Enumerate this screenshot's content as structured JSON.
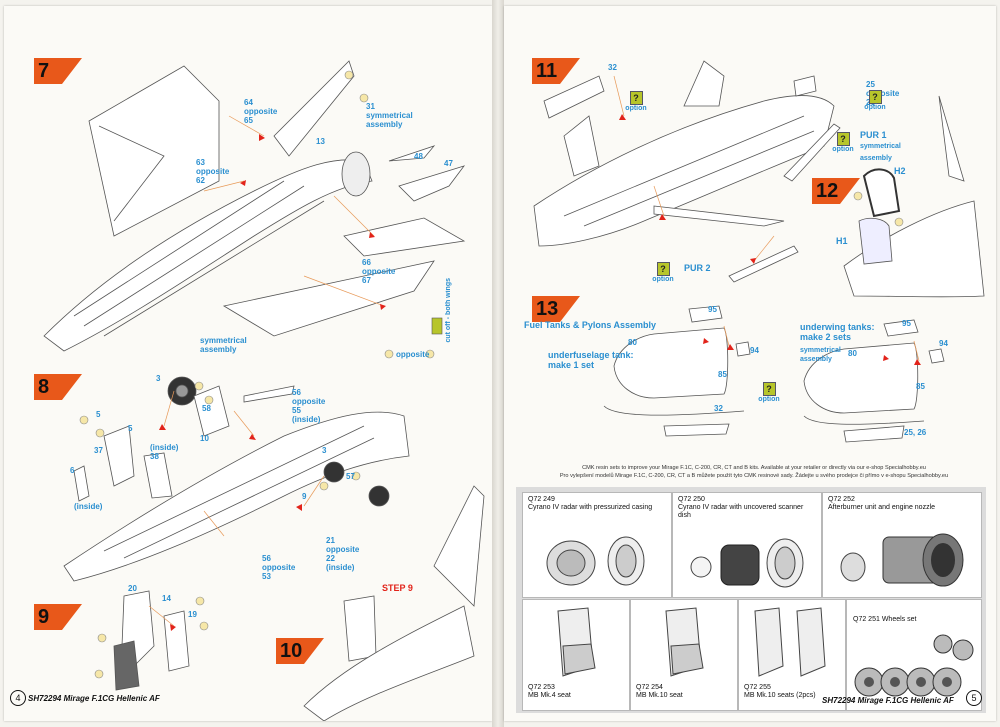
{
  "left_page": {
    "steps": {
      "s7": "7",
      "s8": "8",
      "s9": "9",
      "s10": "10",
      "step9_ref": "STEP 9"
    },
    "labels": {
      "p64": "64",
      "p64_opp": "opposite",
      "p65": "65",
      "p63": "63",
      "p63_opp": "opposite",
      "p62": "62",
      "p31": "31",
      "p31_sym1": "symmetrical",
      "p31_sym2": "assembly",
      "p13": "13",
      "p48": "48",
      "p47": "47",
      "p66": "66",
      "p66_opp": "opposite",
      "p67": "67",
      "cut_off": "cut off - both wings",
      "sym_a1": "symmetrical",
      "sym_a2": "assembly",
      "opposite_h": "opposite",
      "p56": "56",
      "p56_opp": "opposite",
      "p55": "55",
      "p55_in": "(inside)",
      "p3a": "3",
      "p58": "58",
      "p10": "10",
      "p5a": "5",
      "p5b": "5",
      "p37": "37",
      "inside_a": "(inside)",
      "p38": "38",
      "p6": "6",
      "inside_b": "(inside)",
      "p3b": "3",
      "p57": "57",
      "p9": "9",
      "p21": "21",
      "p21_opp": "opposite",
      "p22": "22",
      "p22_in": "(inside)",
      "p56b": "56",
      "p56b_opp": "opposite",
      "p53": "53",
      "p20": "20",
      "p14": "14",
      "p19": "19"
    },
    "footer": "SH72294 Mirage F.1CG Hellenic AF",
    "page_number": "4"
  },
  "right_page": {
    "steps": {
      "s11": "11",
      "s12": "12",
      "s13": "13"
    },
    "labels": {
      "p32": "32",
      "p25": "25",
      "p25_opp": "opposite",
      "p26": "26",
      "pur1": "PUR 1",
      "pur1_sym1": "symmetrical",
      "pur1_sym2": "assembly",
      "h2": "H2",
      "h1": "H1",
      "pur2": "PUR 2",
      "option": "option",
      "fuel_title": "Fuel Tanks & Pylons Assembly",
      "underfuselage1": "underfuselage tank:",
      "underfuselage2": "make 1 set",
      "underwing1": "underwing tanks:",
      "underwing2": "make 2 sets",
      "sym_b1": "symmetrical",
      "sym_b2": "assembly",
      "p95a": "95",
      "p94a": "94",
      "p80a": "80",
      "p85a": "85",
      "p32b": "32",
      "p95b": "95",
      "p94b": "94",
      "p80b": "80",
      "p85b": "85",
      "p25_26": "25, 26"
    },
    "cmk_line1": "CMK resin sets to improve your Mirage F.1C, C-200, CR, CT and B kits. Available at your retailer or directly via our e-shop Specialhobby.eu",
    "cmk_line2": "Pro vylepšení modelů Mirage F.1C, C-200, CR, CT a B můžete použít tyto CMK resinové sady. Žádejte u svého prodejce či přímo v e-shopu Specialhobby.eu",
    "products": [
      {
        "code": "Q72 249",
        "title": "Cyrano IV radar with pressurized casing"
      },
      {
        "code": "Q72 250",
        "title": "Cyrano IV radar with uncovered scanner dish"
      },
      {
        "code": "Q72 252",
        "title": "Afterburner unit and engine nozzle"
      },
      {
        "code": "Q72 253",
        "title": "MB Mk.4 seat"
      },
      {
        "code": "Q72 254",
        "title": "MB Mk.10 seat"
      },
      {
        "code": "Q72 255",
        "title": "MB Mk.10 seats (2pcs)"
      },
      {
        "code": "Q72 251",
        "title": "Wheels set"
      }
    ],
    "footer": "SH72294 Mirage F.1CG Hellenic AF",
    "page_number": "5"
  },
  "colors": {
    "accent_orange": "#e8581a",
    "label_blue": "#2a8fd0",
    "arrow_red": "#e2231a",
    "option_green": "#b7c52a",
    "guide_orange": "#e89a5a"
  },
  "icons": [
    "option-marker-icon",
    "paint-callout-icon",
    "cement-arrow-icon"
  ]
}
